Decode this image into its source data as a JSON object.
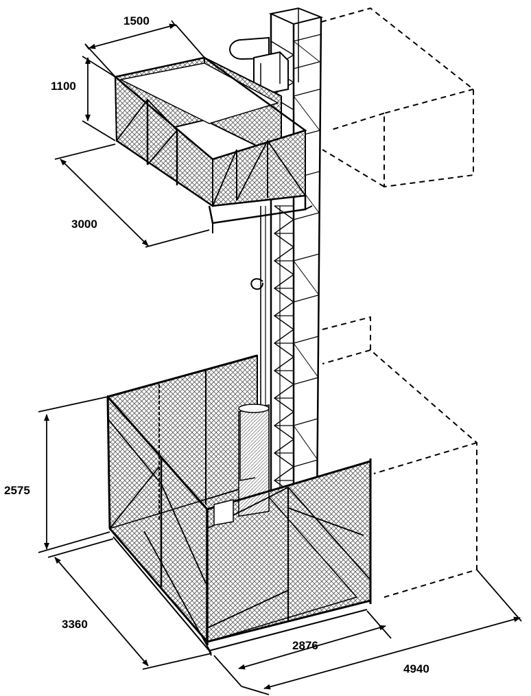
{
  "diagram": {
    "dimensions": {
      "upper_width": "1500",
      "upper_height": "1100",
      "upper_length": "3000",
      "lower_height": "2575",
      "lower_depth": "3360",
      "lower_width": "2876",
      "total_length": "4940"
    }
  },
  "colors": {
    "line": "#000000",
    "mesh": "#d9d9d9",
    "paper": "#ffffff"
  }
}
